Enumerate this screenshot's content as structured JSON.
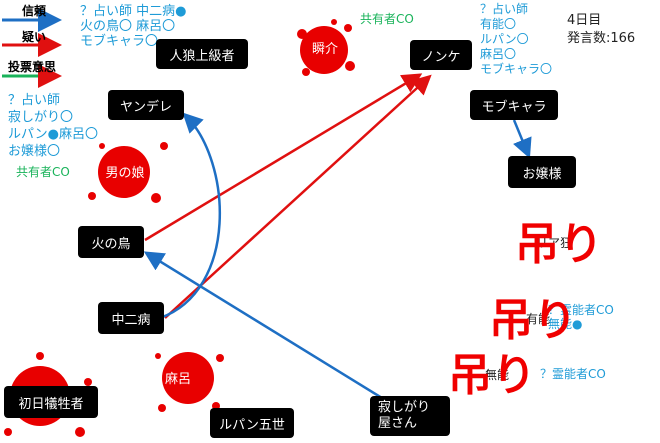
{
  "legend": {
    "trust": "信頼",
    "suspect": "疑い",
    "vote": "投票意思",
    "trust_color": "#1e6fc4",
    "suspect_color": "#e01010",
    "vote_color": "#19b35a"
  },
  "header": {
    "day": "4日目",
    "speech_count": "発言数:166"
  },
  "nodes": {
    "jinrou_jokyu": "人狼上級者",
    "yandere": "ヤンデレ",
    "otoko_no_musume": "男の娘",
    "hinotori": "火の鳥",
    "chunibyo": "中二病",
    "shoshinichi": "初日犠牲者",
    "maro": "麻呂",
    "lupin": "ルパン五世",
    "sabishigari": "寂しがり\n屋さん",
    "shunsuke": "瞬介",
    "nonke": "ノンケ",
    "mobuchara": "モブキャラ",
    "ojosama": "お嬢様"
  },
  "notes": {
    "top_left": "？占い師 中二病●\n火の鳥〇 麻呂〇\nモブキャラ〇",
    "left_mid": "？占い師\n寂しがり〇\nルパン●麻呂〇\nお嬢様〇",
    "left_co": "共有者CO",
    "top_co": "共有者CO",
    "top_right": "？占い師\n有能〇\nルパン〇\n麻呂〇\nモブキャラ〇",
    "right_1": "？霊能者CO\n無能●",
    "right_2": "？霊能者CO",
    "word_kyo": "リア狂",
    "word_yuno": "有能",
    "word_muno": "無能"
  },
  "hang_marks": [
    "吊り",
    "吊り",
    "吊り"
  ],
  "icons": [
    "blood-splat-icon"
  ]
}
